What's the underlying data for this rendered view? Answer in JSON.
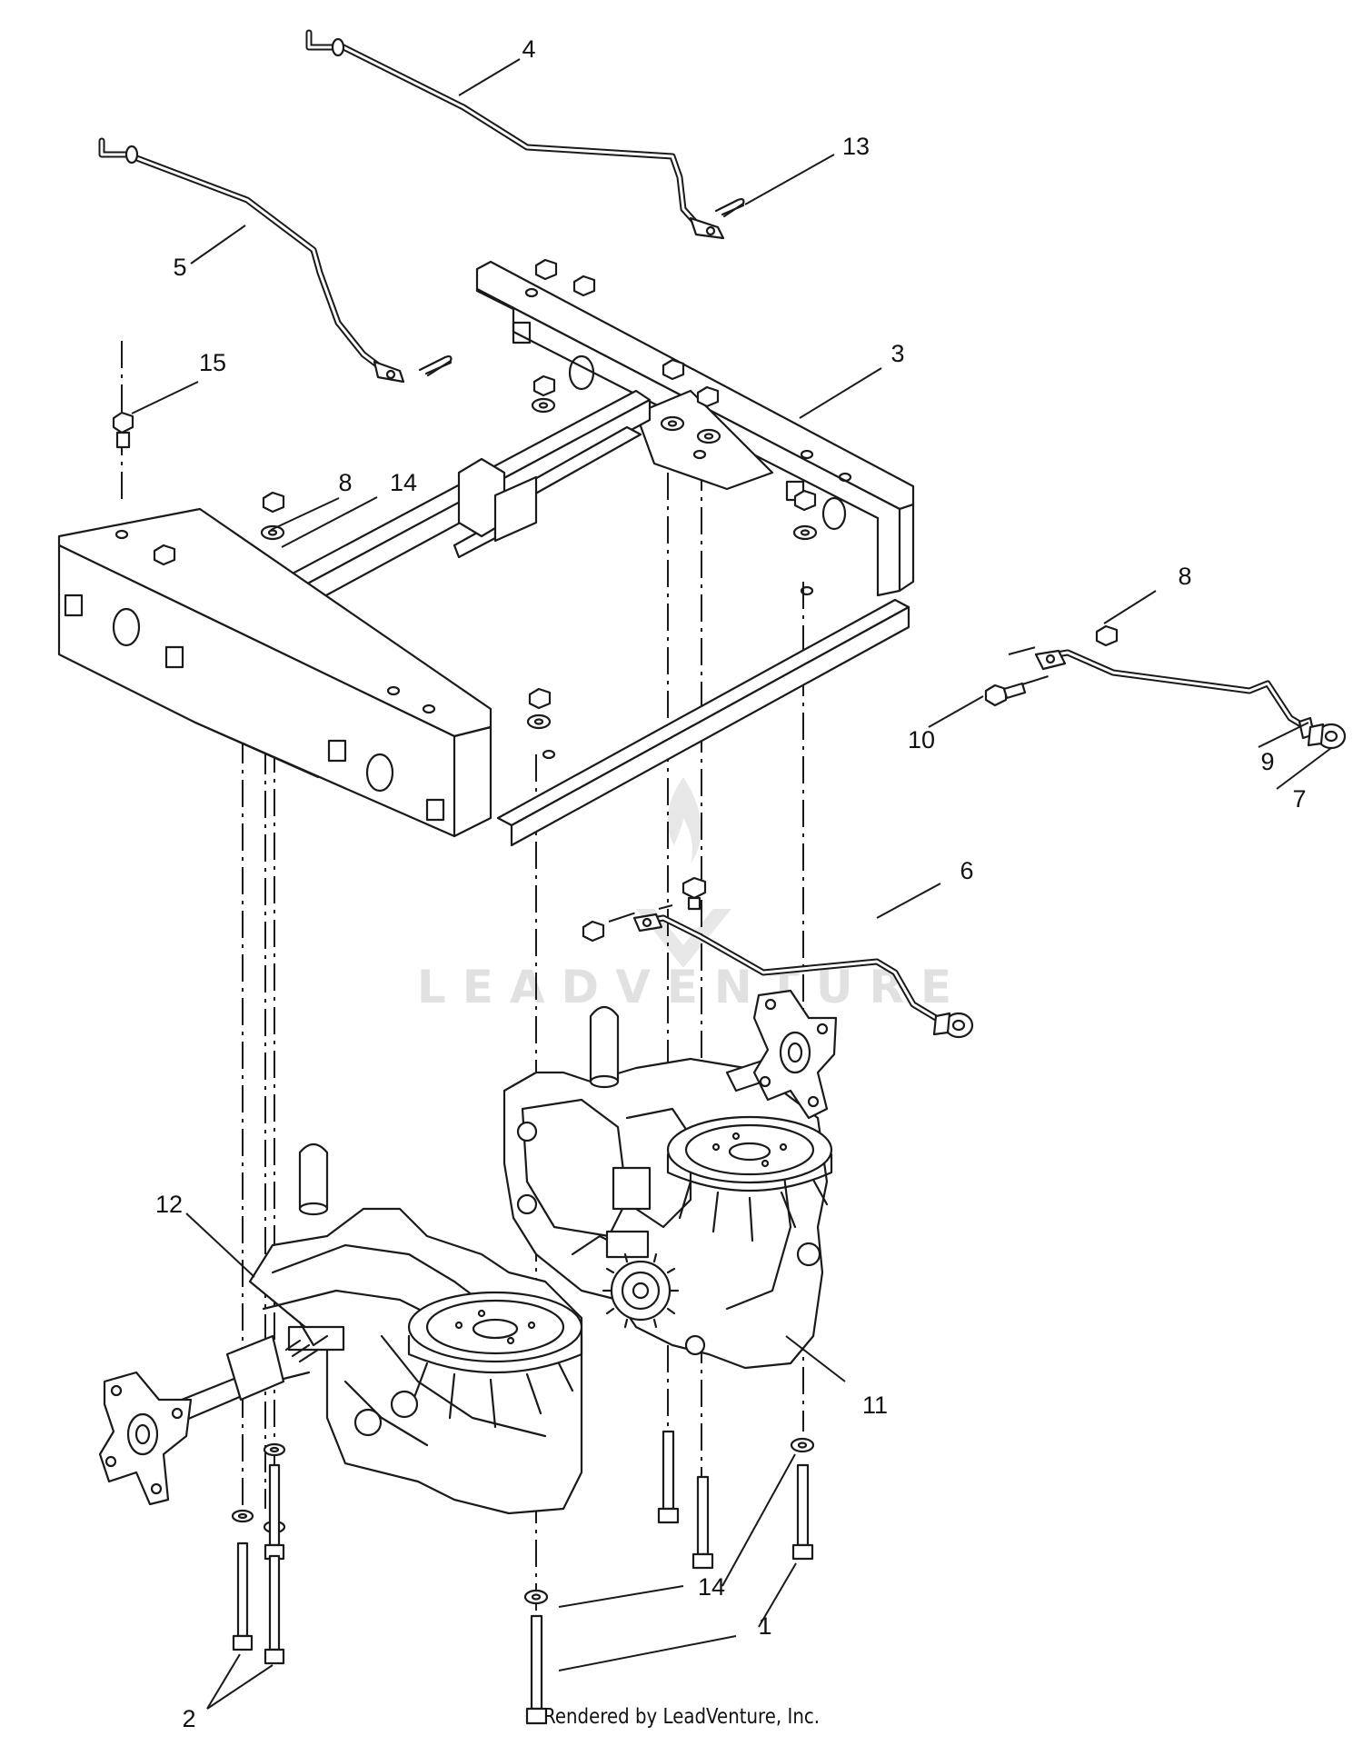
{
  "callouts": {
    "c1": "1",
    "c2": "2",
    "c3": "3",
    "c4": "4",
    "c5": "5",
    "c6": "6",
    "c7": "7",
    "c8a": "8",
    "c8b": "8",
    "c9": "9",
    "c10": "10",
    "c11": "11",
    "c12": "12",
    "c13": "13",
    "c14a": "14",
    "c14b": "14",
    "c15": "15"
  },
  "watermark": {
    "text": "LEADVENTURE"
  },
  "footer": {
    "text": "Rendered by LeadVenture, Inc."
  }
}
